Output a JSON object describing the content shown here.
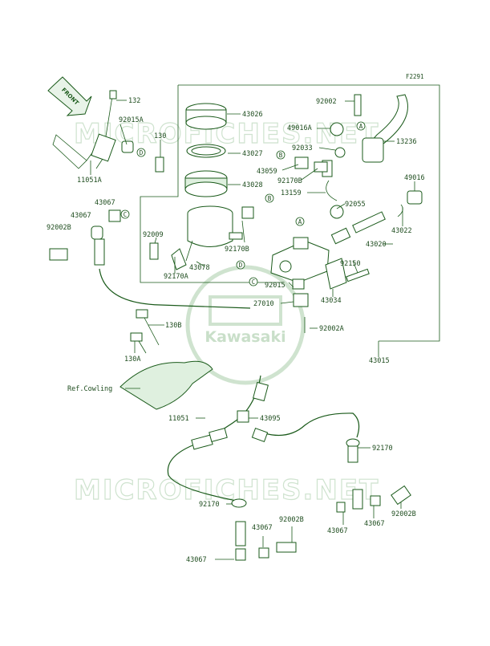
{
  "diagram": {
    "code": "F2291",
    "front_arrow": "FRONT",
    "logo_text": "Kawasaki",
    "watermark": "MICROFICHES.NET",
    "ref_note": "Ref.Cowling",
    "callouts": {
      "p132": "132",
      "p92015A": "92015A",
      "p130": "130",
      "p11051A": "11051A",
      "p43026": "43026",
      "p43027": "43027",
      "p43059": "43059",
      "p43028": "43028",
      "p92002_top": "92002",
      "p49016A": "49016A",
      "p92033": "92033",
      "p92170B_top": "92170B",
      "p13236": "13236",
      "p13159": "13159",
      "p92055": "92055",
      "p49016": "49016",
      "p43022": "43022",
      "p43020": "43020",
      "p92150": "92150",
      "p43067_a": "43067",
      "p43067_b": "43067",
      "p92002B_a": "92002B",
      "p92009": "92009",
      "p92170B_mid": "92170B",
      "p43078": "43078",
      "p92170A": "92170A",
      "p92015": "92015",
      "p43034": "43034",
      "p27010": "27010",
      "p92002A": "92002A",
      "p130B": "130B",
      "p130A": "130A",
      "p43015": "43015",
      "p11051": "11051",
      "p43095": "43095",
      "p92170_r": "92170",
      "p92170_l": "92170",
      "p43067_c": "43067",
      "p92002B_b": "92002B",
      "p43067_d": "43067",
      "p43067_e": "43067",
      "p92002B_c": "92002B",
      "p43067_f": "43067"
    },
    "markers": {
      "A": "A",
      "B": "B",
      "C": "C",
      "D": "D"
    }
  }
}
